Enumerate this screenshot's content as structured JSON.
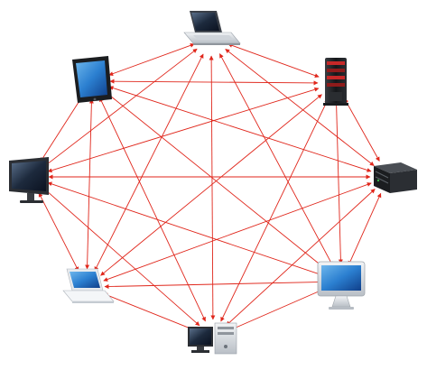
{
  "diagram": {
    "type": "full-mesh-network",
    "edge_style": "bidirectional-arrow",
    "edge_color": "#e0261b",
    "nodes": [
      {
        "id": "laptop-top",
        "icon": "laptop-icon"
      },
      {
        "id": "server-tower",
        "icon": "server-tower-icon"
      },
      {
        "id": "rack-server",
        "icon": "rack-server-icon"
      },
      {
        "id": "imac",
        "icon": "imac-icon"
      },
      {
        "id": "desktop-pc",
        "icon": "desktop-pc-icon"
      },
      {
        "id": "macbook",
        "icon": "macbook-icon"
      },
      {
        "id": "monitor",
        "icon": "monitor-icon"
      },
      {
        "id": "tablet",
        "icon": "tablet-icon"
      }
    ],
    "connections": "all-pairs"
  }
}
